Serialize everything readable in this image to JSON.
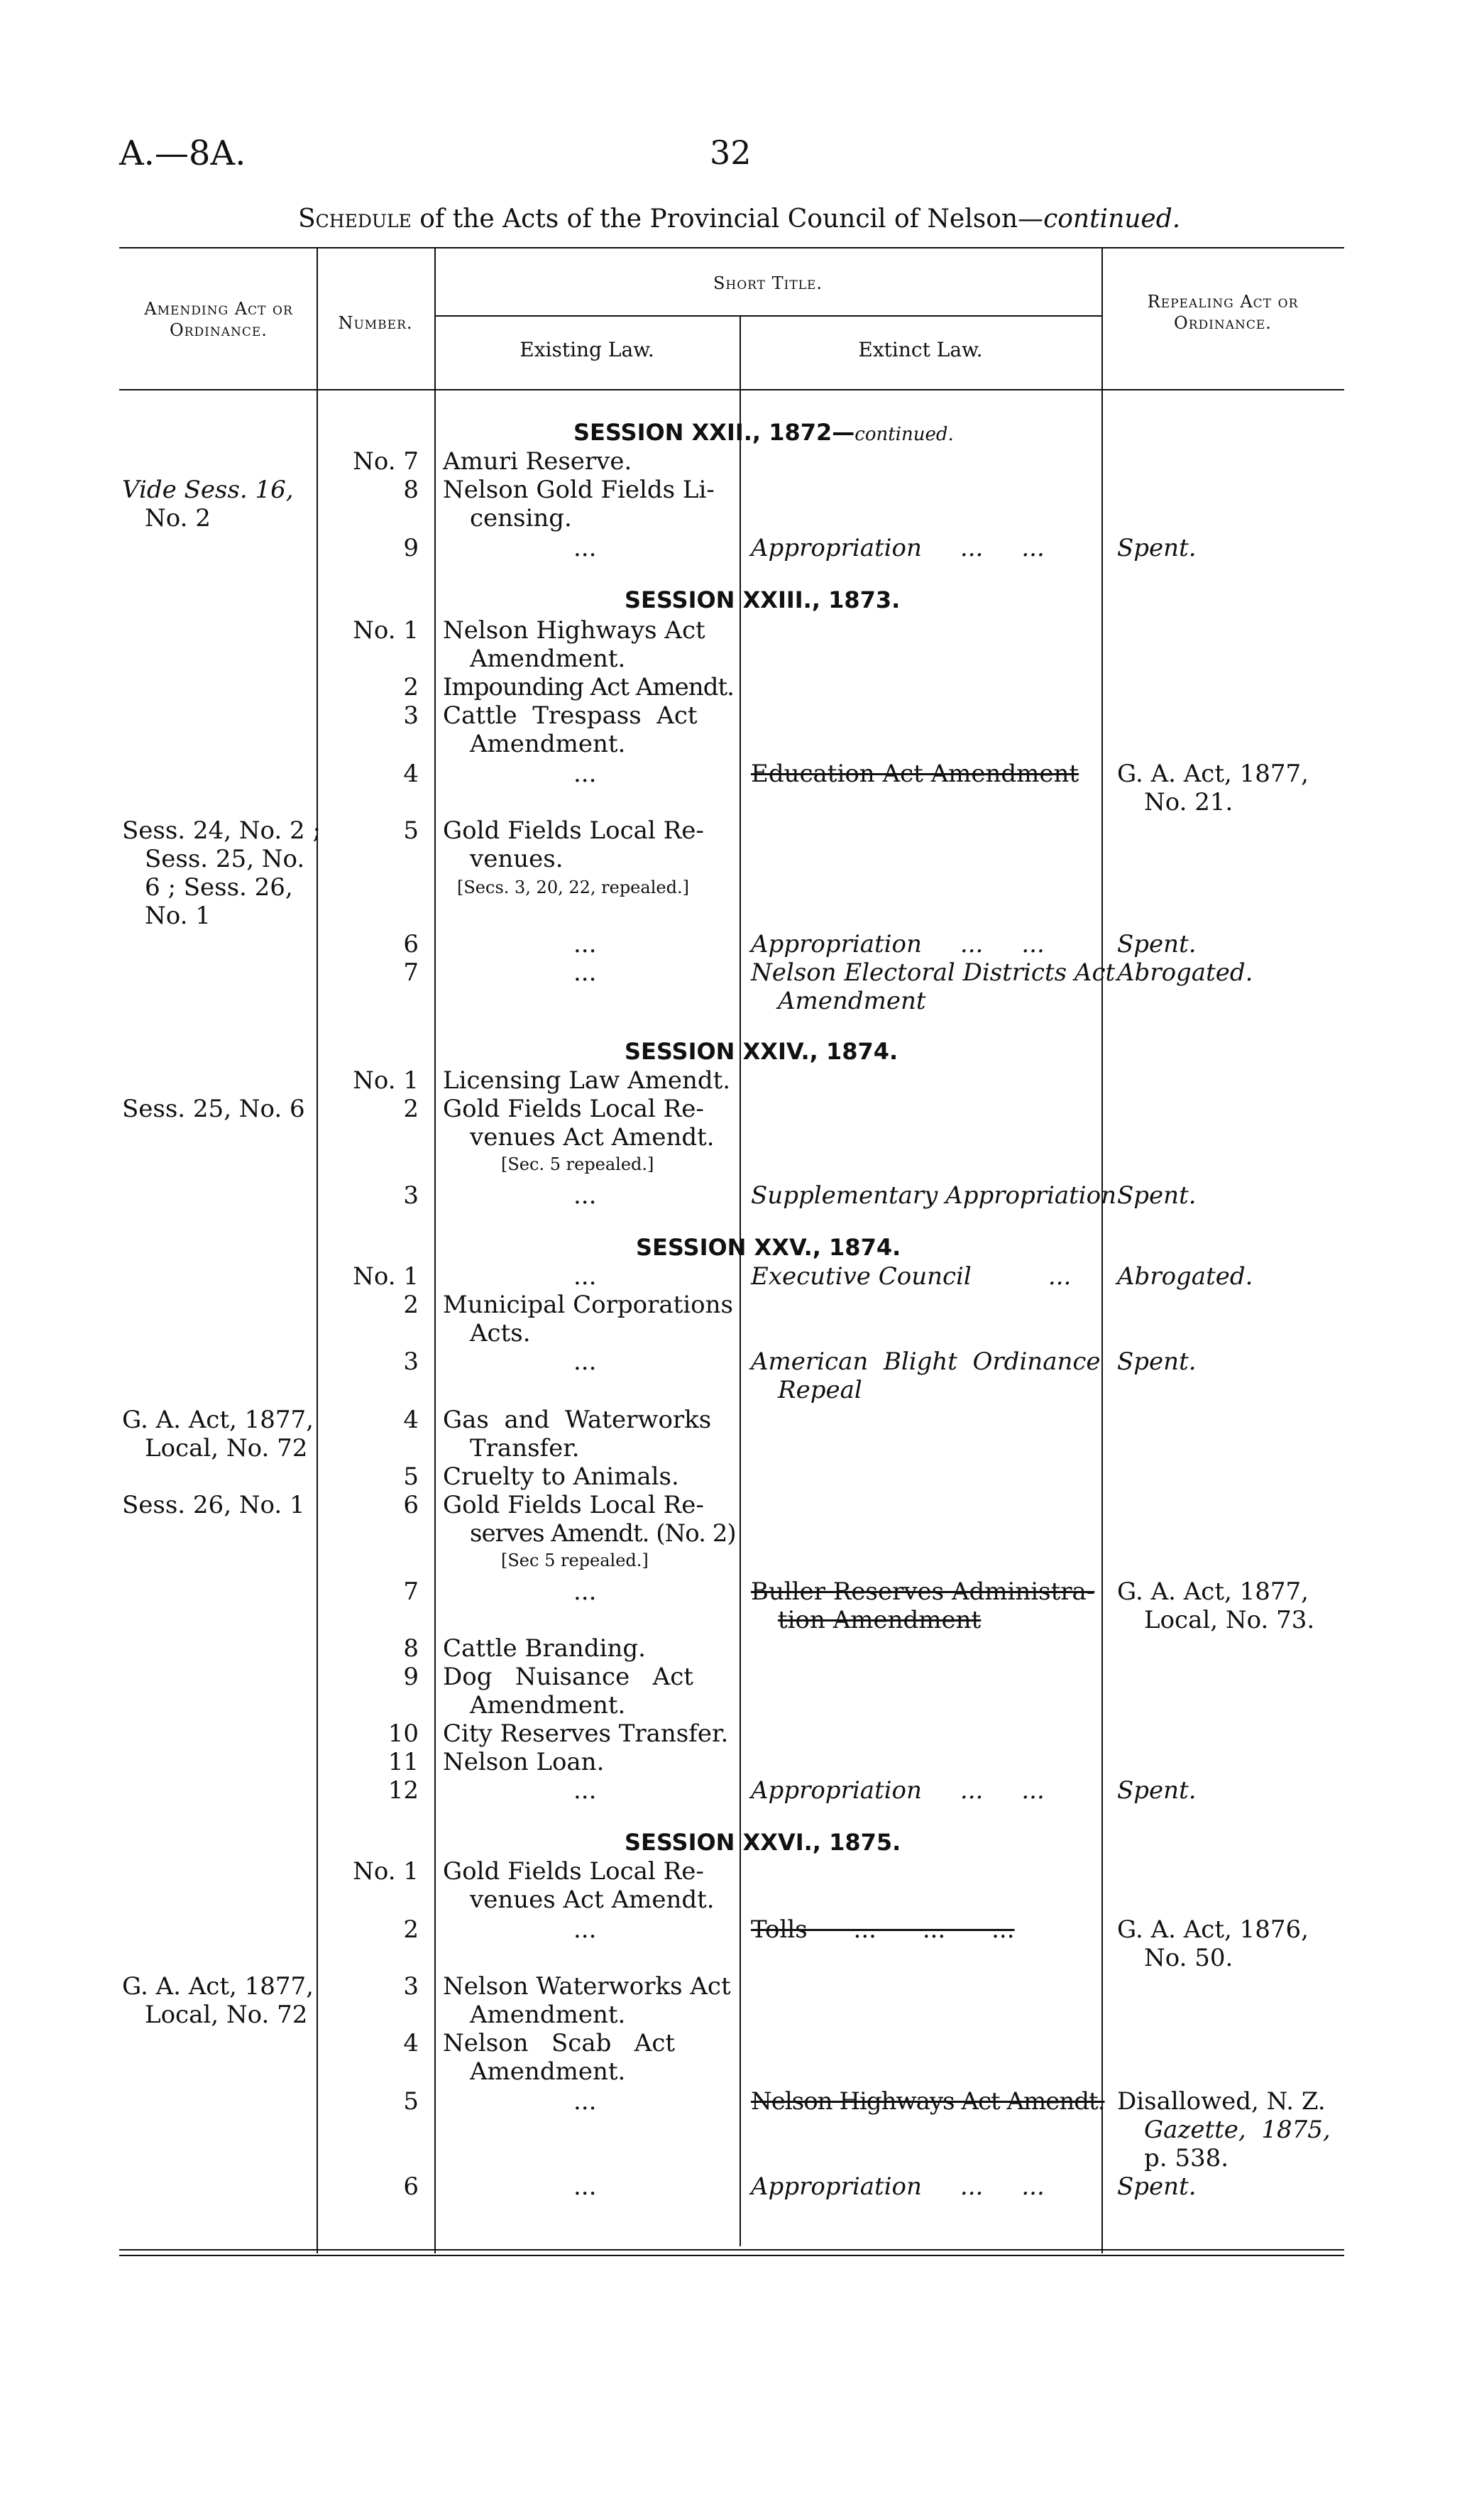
{
  "header": {
    "left": "A.—8A.",
    "page": "32"
  },
  "title": {
    "prefix": "Schedule",
    "main": "of the Acts of the Provincial Council of Nelson—",
    "suffix": "continued."
  },
  "columns": {
    "amending": "Amending Act or Ordinance.",
    "number": "Number.",
    "short_title": "Short Title.",
    "existing": "Existing Law.",
    "extinct": "Extinct Law.",
    "repealing": "Repealing Act or Ordinance."
  },
  "sessions": [
    {
      "label": "SESSION XXII., 1872—",
      "suffix": "continued."
    },
    {
      "label": "SESSION XXIII., 1873.",
      "suffix": ""
    },
    {
      "label": "SESSION XXIV., 1874.",
      "suffix": ""
    },
    {
      "label": "SESSION XXV., 1874.",
      "suffix": ""
    },
    {
      "label": "SESSION XXVI., 1875.",
      "suffix": ""
    }
  ],
  "entries": {
    "s22_7": {
      "num": "No. 7",
      "existing": "Amuri Reserve."
    },
    "s22_8": {
      "amend1": "Vide Sess. 16,",
      "amend2": "No. 2",
      "num": "8",
      "existing1": "Nelson Gold Fields Li-",
      "existing2": "censing."
    },
    "s22_9": {
      "num": "9",
      "existing": "...",
      "extinct": "Appropriation     ...     ...",
      "repeal": "Spent."
    },
    "s23_1": {
      "num": "No. 1",
      "existing1": "Nelson Highways Act",
      "existing2": "Amendment."
    },
    "s23_2": {
      "num": "2",
      "existing": "Impounding Act Amendt."
    },
    "s23_3": {
      "num": "3",
      "existing1": "Cattle  Trespass  Act",
      "existing2": "Amendment."
    },
    "s23_4": {
      "num": "4",
      "existing": "...",
      "extinct": "Education Act Amendment",
      "repeal1": "G. A. Act, 1877,",
      "repeal2": "No. 21."
    },
    "s23_5": {
      "amend1": "Sess. 24, No. 2 ;",
      "amend2": "Sess. 25, No.",
      "amend3": "6 ; Sess. 26,",
      "amend4": "No. 1",
      "num": "5",
      "existing1": "Gold Fields Local Re-",
      "existing2": "venues.",
      "note": "[Secs. 3, 20, 22, repealed.]"
    },
    "s23_6": {
      "num": "6",
      "existing": "...",
      "extinct": "Appropriation     ...     ...",
      "repeal": "Spent."
    },
    "s23_7": {
      "num": "7",
      "existing": "...",
      "extinct1": "Nelson Electoral Districts Act",
      "extinct2": "Amendment",
      "repeal": "Abrogated."
    },
    "s24_1": {
      "num": "No. 1",
      "existing": "Licensing Law Amendt."
    },
    "s24_2": {
      "amend": "Sess. 25, No. 6",
      "num": "2",
      "existing1": "Gold Fields Local Re-",
      "existing2": "venues Act Amendt.",
      "note": "[Sec. 5 repealed.]"
    },
    "s24_3": {
      "num": "3",
      "existing": "...",
      "extinct": "Supplementary Appropriation",
      "repeal": "Spent."
    },
    "s25_1": {
      "num": "No. 1",
      "existing": "...",
      "extinct": "Executive Council          ...",
      "repeal": "Abrogated."
    },
    "s25_2": {
      "num": "2",
      "existing1": "Municipal Corporations",
      "existing2": "Acts."
    },
    "s25_3": {
      "num": "3",
      "existing": "...",
      "extinct1": "American  Blight  Ordinance",
      "extinct2": "Repeal",
      "repeal": "Spent."
    },
    "s25_4": {
      "amend1": "G. A. Act, 1877,",
      "amend2": "Local, No. 72",
      "num": "4",
      "existing1": "Gas  and  Waterworks",
      "existing2": "Transfer."
    },
    "s25_5": {
      "num": "5",
      "existing": "Cruelty to Animals."
    },
    "s25_6": {
      "amend": "Sess. 26, No. 1",
      "num": "6",
      "existing1": "Gold Fields Local Re-",
      "existing2": "serves Amendt. (No. 2)",
      "note": "[Sec 5 repealed.]"
    },
    "s25_7": {
      "num": "7",
      "existing": "...",
      "extinct1": "Buller Reserves Administra-",
      "extinct2": "tion Amendment",
      "repeal1": "G. A. Act, 1877,",
      "repeal2": "Local, No. 73."
    },
    "s25_8": {
      "num": "8",
      "existing": "Cattle Branding."
    },
    "s25_9": {
      "num": "9",
      "existing1": "Dog   Nuisance   Act",
      "existing2": "Amendment."
    },
    "s25_10": {
      "num": "10",
      "existing": "City Reserves Transfer."
    },
    "s25_11": {
      "num": "11",
      "existing": "Nelson Loan."
    },
    "s25_12": {
      "num": "12",
      "existing": "...",
      "extinct": "Appropriation     ...     ...",
      "repeal": "Spent."
    },
    "s26_1": {
      "num": "No. 1",
      "existing1": "Gold Fields Local Re-",
      "existing2": "venues Act Amendt."
    },
    "s26_2": {
      "num": "2",
      "existing": "...",
      "extinct": "Tolls      ...      ...      ...",
      "repeal1": "G. A. Act, 1876,",
      "repeal2": "No. 50."
    },
    "s26_3": {
      "amend1": "G. A. Act, 1877,",
      "amend2": "Local, No. 72",
      "num": "3",
      "existing1": "Nelson Waterworks Act",
      "existing2": "Amendment."
    },
    "s26_4": {
      "num": "4",
      "existing1": "Nelson   Scab   Act",
      "existing2": "Amendment."
    },
    "s26_5": {
      "num": "5",
      "existing": "...",
      "extinct": "Nelson Highways Act Amendt.",
      "repeal1": "Disallowed, N. Z.",
      "repeal2": "Gazette,  1875,",
      "repeal3": "p. 538."
    },
    "s26_6": {
      "num": "6",
      "existing": "...",
      "extinct": "Appropriation     ...     ...",
      "repeal": "Spent."
    }
  }
}
